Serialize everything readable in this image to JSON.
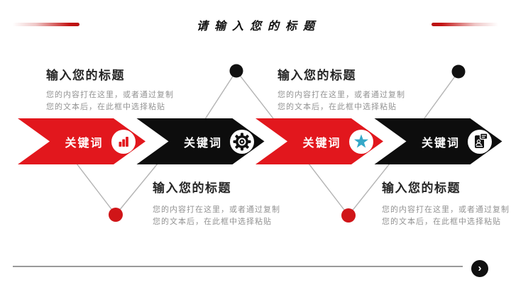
{
  "slide": {
    "title": "请输入您的标题",
    "colors": {
      "arrow_red": "#e2171d",
      "arrow_black": "#0d0d0d",
      "dot_red": "#d01518",
      "dot_black": "#111111",
      "connector_gray": "#b3b3b3",
      "star_teal": "#35a8c8",
      "body_text_gray": "#939393"
    }
  },
  "steps": [
    {
      "keyword": "关键词",
      "icon": "bar-chart-icon",
      "color": "red"
    },
    {
      "keyword": "关键词",
      "icon": "gear-icon",
      "color": "black"
    },
    {
      "keyword": "关键词",
      "icon": "star-icon",
      "color": "red"
    },
    {
      "keyword": "关键词",
      "icon": "contact-card-icon",
      "color": "black"
    }
  ],
  "text_blocks": [
    {
      "placement": "top-left",
      "title": "输入您的标题",
      "line1": "您的内容打在这里，或者通过复制",
      "line2": "您的文本后，在此框中选择粘贴"
    },
    {
      "placement": "top-right",
      "title": "输入您的标题",
      "line1": "您的内容打在这里，或者通过复制",
      "line2": "您的文本后，在此框中选择粘贴"
    },
    {
      "placement": "bottom-left",
      "title": "输入您的标题",
      "line1": "您的内容打在这里，或者通过复制",
      "line2": "您的文本后，在此框中选择粘贴"
    },
    {
      "placement": "bottom-right",
      "title": "输入您的标题",
      "line1": "您的内容打在这里，或者通过复制",
      "line2": "您的文本后，在此框中选择粘贴"
    }
  ],
  "nav": {
    "next_symbol": "›"
  }
}
